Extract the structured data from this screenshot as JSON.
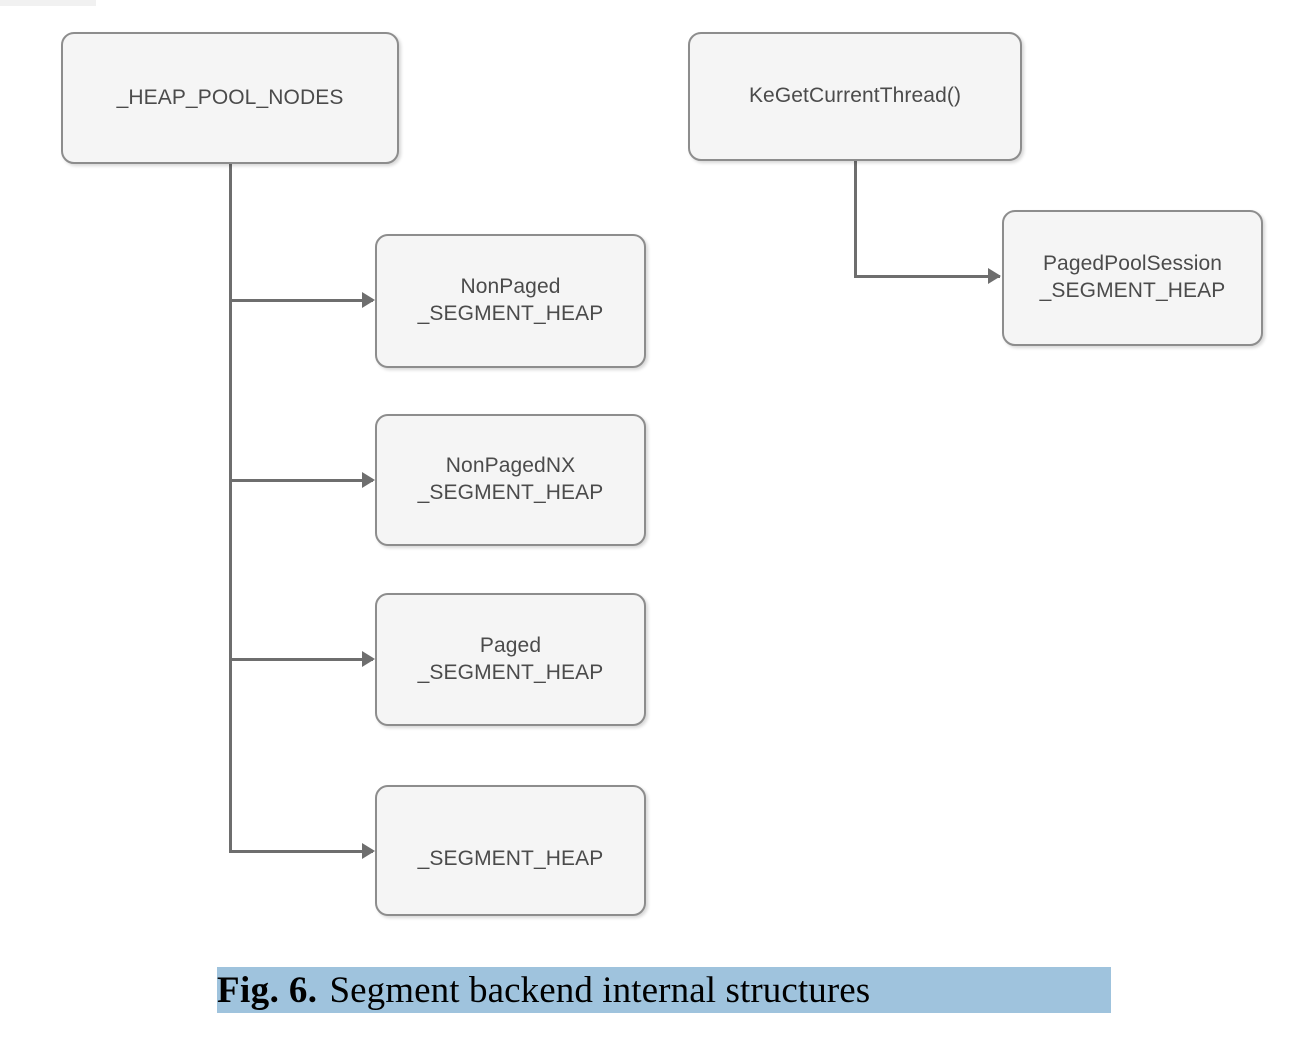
{
  "figure": {
    "caption_number": "Fig. 6.",
    "caption_text": "Segment backend internal structures",
    "highlight_color": "#9fc3dd"
  },
  "style": {
    "node_fill": "#f5f5f5",
    "node_border": "#8d8d8d",
    "node_text": "#4b4b4b",
    "edge_color": "#6e6e6e",
    "background": "#ffffff"
  },
  "diagram": {
    "nodes": [
      {
        "id": "heap-pool-nodes",
        "label": "_HEAP_POOL_NODES"
      },
      {
        "id": "nonpaged",
        "label": "NonPaged\n_SEGMENT_HEAP"
      },
      {
        "id": "nonpagednx",
        "label": "NonPagedNX\n_SEGMENT_HEAP"
      },
      {
        "id": "paged",
        "label": "Paged\n_SEGMENT_HEAP"
      },
      {
        "id": "segment-heap",
        "label": "_SEGMENT_HEAP"
      },
      {
        "id": "kegetcurrentthread",
        "label": "KeGetCurrentThread()"
      },
      {
        "id": "pagedpoolsession",
        "label": "PagedPoolSession\n_SEGMENT_HEAP"
      }
    ],
    "edges": [
      {
        "from": "heap-pool-nodes",
        "to": "nonpaged"
      },
      {
        "from": "heap-pool-nodes",
        "to": "nonpagednx"
      },
      {
        "from": "heap-pool-nodes",
        "to": "paged"
      },
      {
        "from": "heap-pool-nodes",
        "to": "segment-heap"
      },
      {
        "from": "kegetcurrentthread",
        "to": "pagedpoolsession"
      }
    ]
  }
}
